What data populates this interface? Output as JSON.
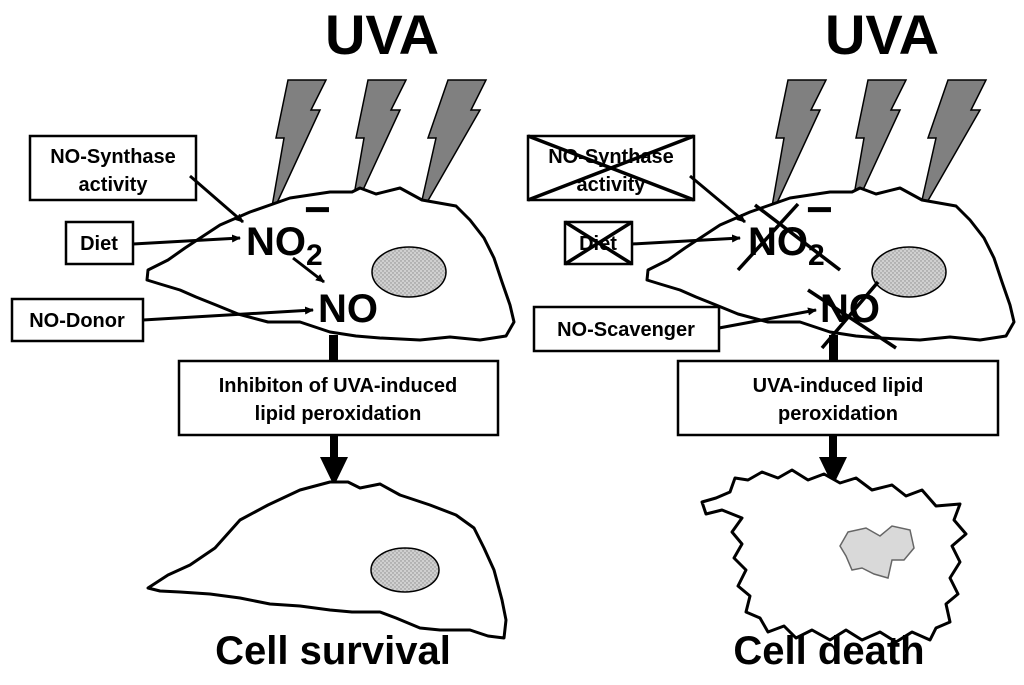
{
  "left": {
    "uva_label": "UVA",
    "box_nos": [
      "NO-Synthase",
      "activity"
    ],
    "box_diet": "Diet",
    "box_donor": "NO-Donor",
    "nitrite": "NO",
    "nitrite_sub": "2",
    "nitrite_charge": "−",
    "no_label": "NO",
    "effect_box": [
      "Inhibiton of UVA-induced",
      "lipid peroxidation"
    ],
    "outcome": "Cell survival"
  },
  "right": {
    "uva_label": "UVA",
    "box_nos": [
      "NO-Synthase",
      "activity"
    ],
    "box_diet": "Diet",
    "box_scavenger": "NO-Scavenger",
    "nitrite": "NO",
    "nitrite_sub": "2",
    "nitrite_charge": "−",
    "no_label": "NO",
    "effect_box": [
      "UVA-induced lipid",
      "peroxidation"
    ],
    "outcome": "Cell death"
  },
  "colors": {
    "bolt": "#808080",
    "nucleus": "#c8c8c8",
    "dying_nucleus": "#d9d9d9",
    "ink": "#000000"
  }
}
